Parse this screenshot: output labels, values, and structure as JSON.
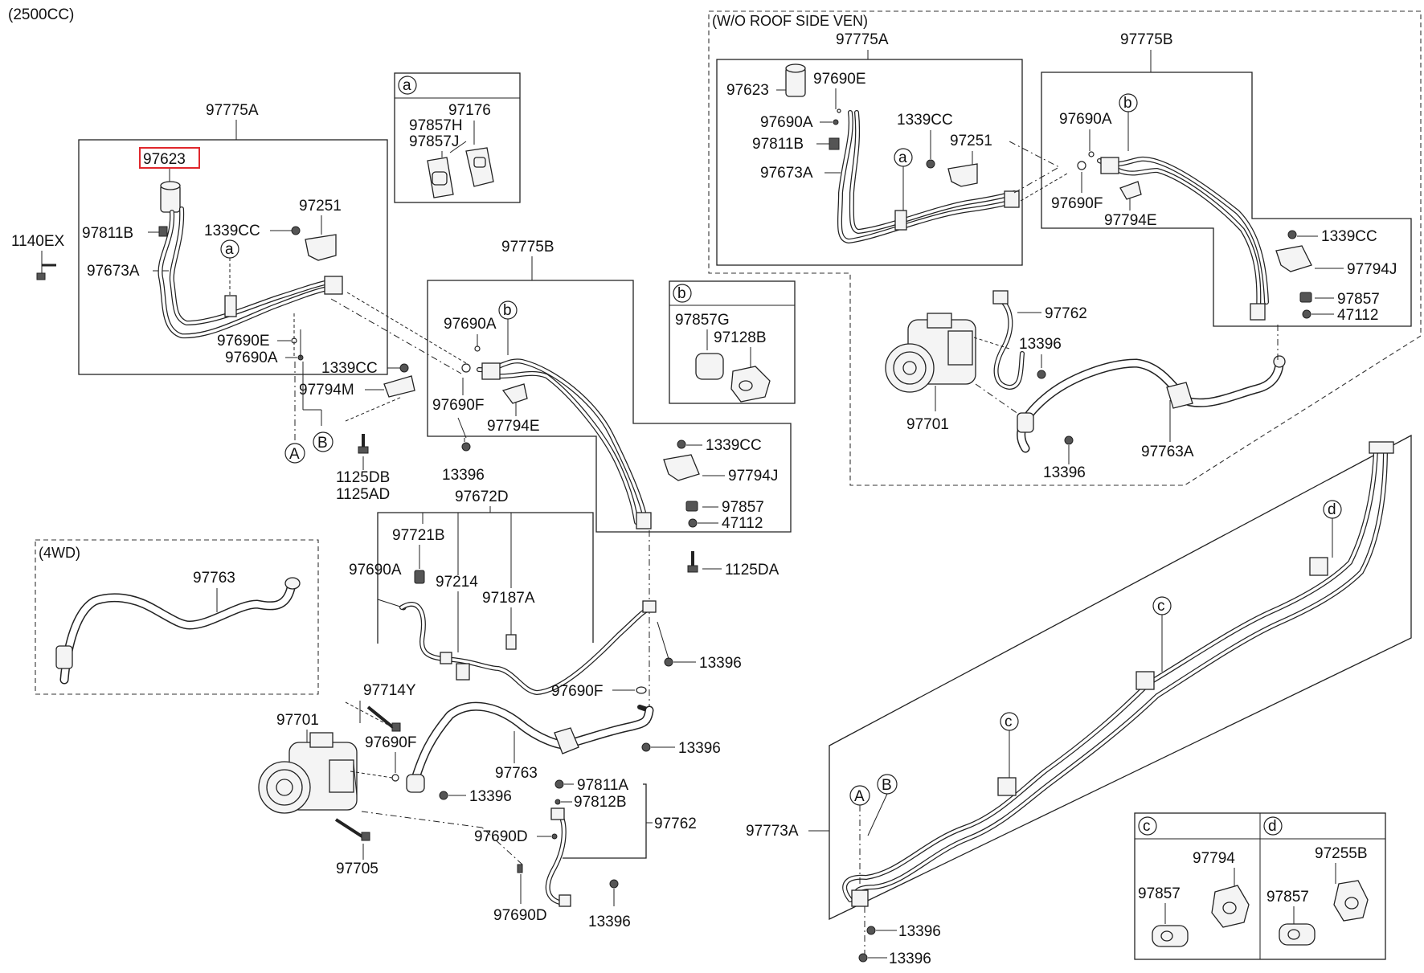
{
  "diagram": {
    "engine_note": "(2500CC)",
    "section_headers": {
      "wo_roof": "(W/O ROOF SIDE VEN)",
      "fourwd": "(4WD)"
    },
    "detail_tags": {
      "a": "a",
      "b": "b",
      "c": "c",
      "d": "d"
    },
    "route_markers": {
      "A": "A",
      "B": "B"
    },
    "highlight_color": "#e0282d",
    "labels": {
      "main_97775A": "97775A",
      "main_97623": "97623",
      "main_97811B": "97811B",
      "main_97673A": "97673A",
      "main_1140EX": "1140EX",
      "main_1339CC": "1339CC",
      "main_97251": "97251",
      "main_97690E": "97690E",
      "main_97690A": "97690A",
      "main_1339CC_2": "1339CC",
      "main_97794M": "97794M",
      "main_1125DB": "1125DB",
      "main_1125AD": "1125AD",
      "deta_97176": "97176",
      "deta_97857H": "97857H",
      "deta_97857J": "97857J",
      "detb_97857G": "97857G",
      "detb_97128B": "97128B",
      "mid_97775B": "97775B",
      "mid_97690A": "97690A",
      "mid_97690F": "97690F",
      "mid_97794E": "97794E",
      "mid_13396": "13396",
      "mid_1339CC": "1339CC",
      "mid_97794J": "97794J",
      "mid_97857": "97857",
      "mid_47112": "47112",
      "mid_1125DA": "1125DA",
      "mid_97672D": "97672D",
      "mid_97721B": "97721B",
      "mid_97690A_2": "97690A",
      "mid_97214": "97214",
      "mid_97187A": "97187A",
      "mid_13396_2": "13396",
      "mid_97690F_2": "97690F",
      "mid_13396_3": "13396",
      "fwd_97763": "97763",
      "lo_97714Y": "97714Y",
      "lo_97701": "97701",
      "lo_97690F": "97690F",
      "lo_97763": "97763",
      "lo_13396": "13396",
      "lo_97811A": "97811A",
      "lo_97812B": "97812B",
      "lo_97762": "97762",
      "lo_97690D": "97690D",
      "lo_97705": "97705",
      "lo_97690D_2": "97690D",
      "lo_13396_2": "13396",
      "wo_97775A": "97775A",
      "wo_97775B": "97775B",
      "wo_97623": "97623",
      "wo_97690E": "97690E",
      "wo_97690A": "97690A",
      "wo_97811B": "97811B",
      "wo_97673A": "97673A",
      "wo_1339CC": "1339CC",
      "wo_97251": "97251",
      "wo_97690A_2": "97690A",
      "wo_97690F": "97690F",
      "wo_97794E": "97794E",
      "wo_1339CC_2": "1339CC",
      "wo_97794J": "97794J",
      "wo_97857": "97857",
      "wo_47112": "47112",
      "wo_97762": "97762",
      "wo_13396": "13396",
      "wo_97701": "97701",
      "wo_13396_2": "13396",
      "wo_97763A": "97763A",
      "rt_97773A": "97773A",
      "rt_13396": "13396",
      "rt_13396_2": "13396",
      "detc_97794": "97794",
      "detc_97857": "97857",
      "detd_97255B": "97255B",
      "detd_97857": "97857"
    }
  }
}
